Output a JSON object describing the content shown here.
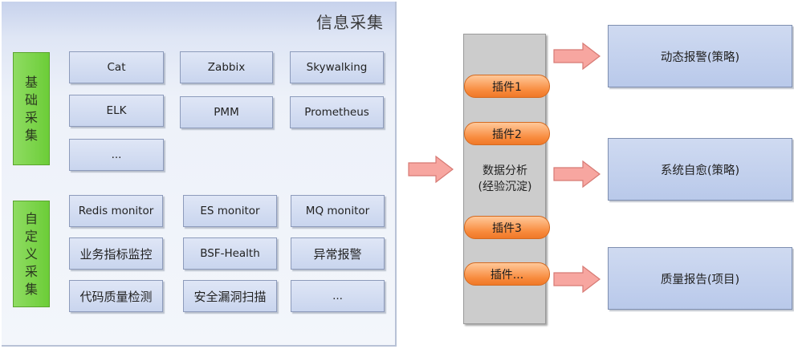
{
  "left_panel": {
    "title": "信息采集"
  },
  "groups": [
    {
      "label": [
        "基",
        "础",
        "采",
        "集"
      ]
    },
    {
      "label": [
        "自",
        "定",
        "义",
        "采",
        "集"
      ]
    }
  ],
  "basic_items": [
    "Cat",
    "Zabbix",
    "Skywalking",
    "ELK",
    "PMM",
    "Prometheus",
    "..."
  ],
  "custom_items": [
    "Redis monitor",
    "ES monitor",
    "MQ monitor",
    "业务指标监控",
    "BSF-Health",
    "异常报警",
    "代码质量检测",
    "安全漏洞扫描",
    "..."
  ],
  "plugins": [
    "插件1",
    "插件2",
    "插件3",
    "插件..."
  ],
  "analysis": {
    "line1": "数据分析",
    "line2": "(经验沉淀)"
  },
  "outputs": [
    "动态报警(策略)",
    "系统自愈(策略)",
    "质量报告(项目)"
  ],
  "colors": {
    "arrow_fill": "#f7a6a0",
    "arrow_stroke": "#d77a74",
    "plugin": "#f88a3c",
    "group": "#6ccd38"
  }
}
